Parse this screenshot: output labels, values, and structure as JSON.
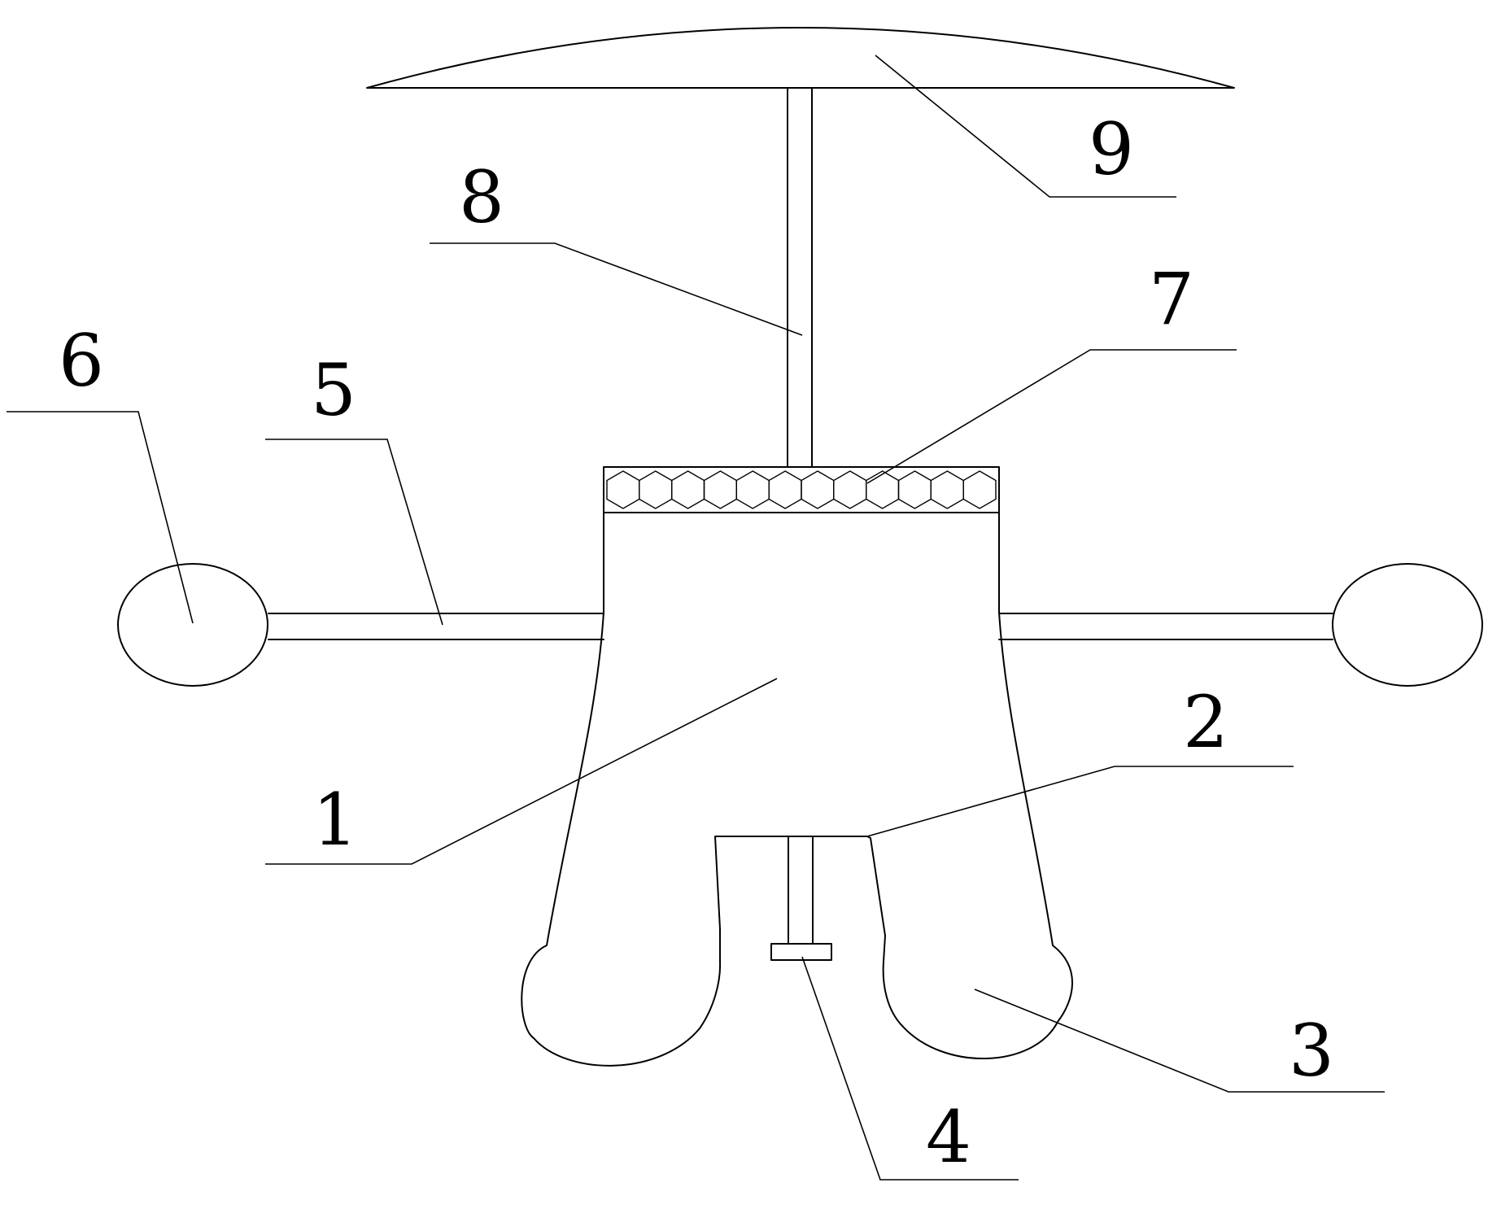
{
  "labels": [
    {
      "id": "1",
      "text": "1"
    },
    {
      "id": "2",
      "text": "2"
    },
    {
      "id": "3",
      "text": "3"
    },
    {
      "id": "4",
      "text": "4"
    },
    {
      "id": "5",
      "text": "5"
    },
    {
      "id": "6",
      "text": "6"
    },
    {
      "id": "7",
      "text": "7"
    },
    {
      "id": "8",
      "text": "8"
    },
    {
      "id": "9",
      "text": "9"
    }
  ],
  "colors": {
    "line": "#000000",
    "background": "#ffffff"
  }
}
